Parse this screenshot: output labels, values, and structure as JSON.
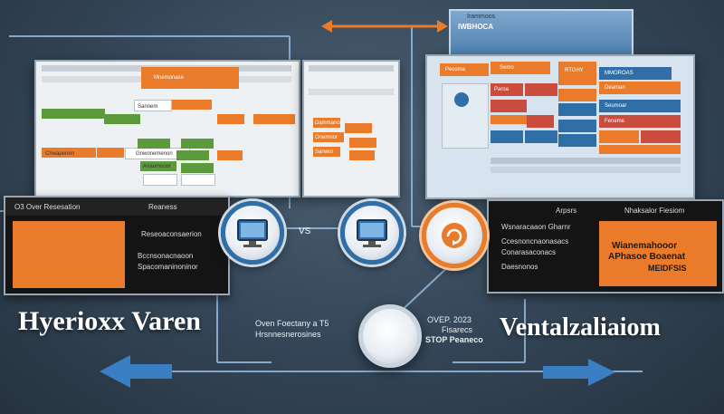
{
  "left_screen": {
    "top_label": "",
    "orange_header": "Mnemonase",
    "rows": [
      "Chwapenen",
      "Gnwonemenon",
      "Sannem",
      "Anaumooor"
    ]
  },
  "mid_screen": {
    "rows": [
      "Dammanor",
      "Onemnor",
      "Sanwor"
    ]
  },
  "right_screen": {
    "top_label": "Irammoos",
    "header": "IWBHOCA",
    "cells": [
      "Pecoma",
      "Semo",
      "RTOHY",
      "MMOROAS",
      "Paroa",
      "Deaman",
      "Seumoar",
      "Feneme"
    ]
  },
  "left_panel": {
    "header_left": "O3 Over Resesation",
    "header_right": "Reaness",
    "lines": [
      "Reseoaconsaerion",
      "Bccnsonacnaoon",
      "Spacomaninoninor"
    ]
  },
  "right_panel": {
    "header_left": "Arpsrs",
    "header_right": "Nhaksalor Fiesiom",
    "lines": [
      "Wsnaracaaon Gharnr",
      "Ccesnoncnaonasacs",
      "Conarasaconacs",
      "Daesnonos"
    ],
    "orange_text": [
      "Wianemahooor",
      "APhasoe Boaenat",
      "MEIDFSIS"
    ]
  },
  "titles": {
    "left": "Hyerioxx Varen",
    "right": "Ventalzaliaiom"
  },
  "vs_label": "VS",
  "left_caption": [
    "Oven Foectany a T5",
    "Hrsnnesnerosines"
  ],
  "right_caption": [
    "OVEP. 2023",
    "Fisarecs",
    "STOP Peaneco"
  ],
  "colors": {
    "accent_orange": "#e97b2a",
    "accent_blue": "#2f6ea6",
    "accent_green": "#5c9a3c",
    "panel_dark": "#141414"
  },
  "icons": [
    "double-arrow-icon",
    "monitor-icon",
    "monitor-icon",
    "cloud-refresh-icon",
    "arrow-left-icon",
    "arrow-right-icon"
  ]
}
